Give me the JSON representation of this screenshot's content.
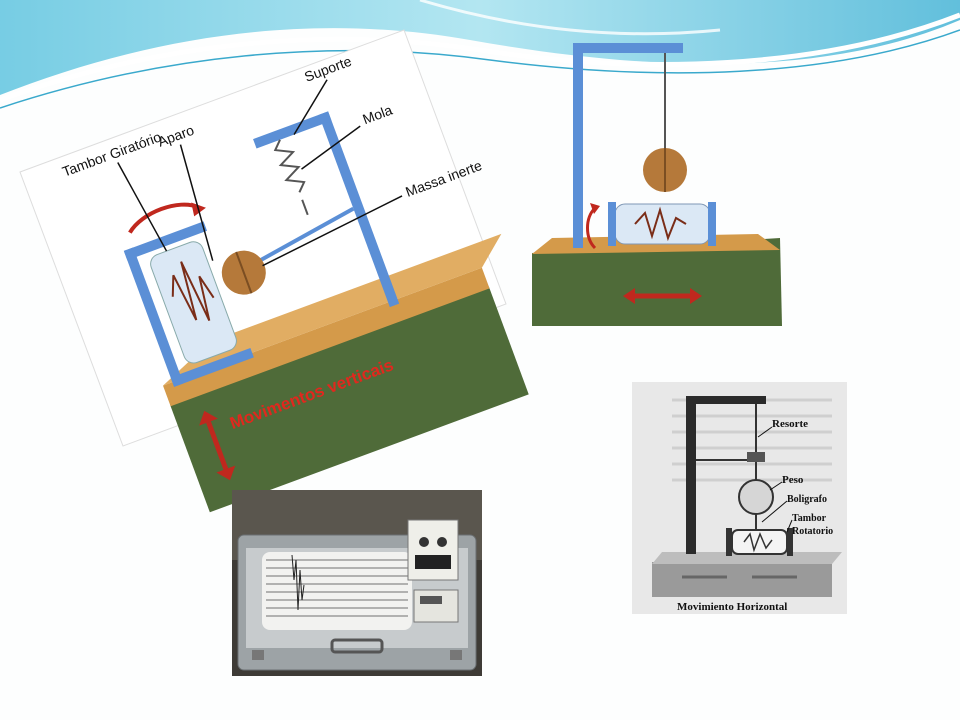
{
  "vertical_diagram": {
    "labels": {
      "drum": "Tambor Giratório",
      "pen": "Aparo",
      "support": "Suporte",
      "spring": "Mola",
      "mass": "Massa inerte",
      "motion": "Movimentos verticais"
    }
  },
  "horizontal_diagram": {
    "labels": {
      "spring": "Resorte",
      "weight": "Peso",
      "pen": "Boligrafo",
      "drum_line1": "Tambor",
      "drum_line2": "Rotatorio",
      "motion": "Movimiento Horizontal"
    }
  },
  "colors": {
    "frame_blue": "#5b8fd6",
    "ground_green": "#4f6b39",
    "base_wood": "#d49a4a",
    "arrow_red": "#c0281e",
    "mass_brown": "#b5793a",
    "background_wave": "#7fd3e6"
  }
}
